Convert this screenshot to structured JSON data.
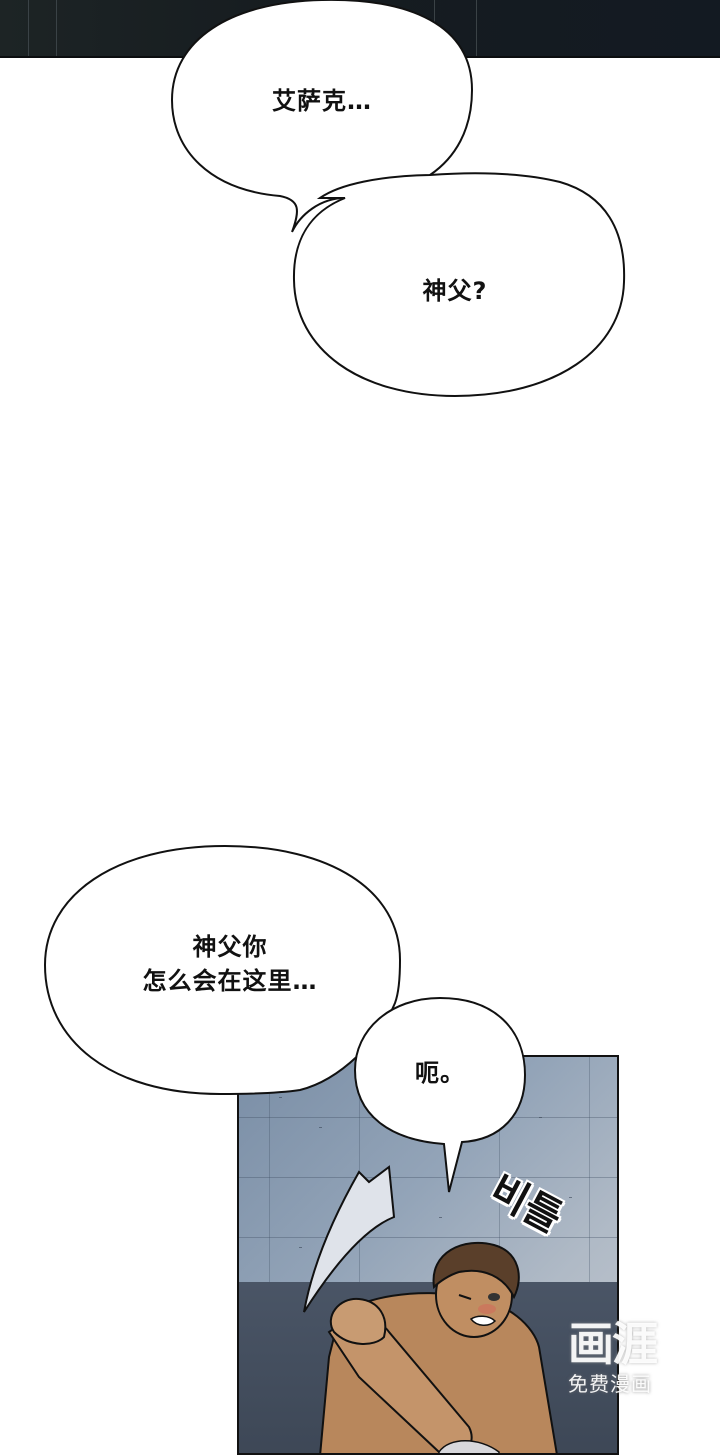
{
  "page": {
    "type": "webtoon-comic-strip",
    "background_color": "#ffffff"
  },
  "top_panel": {
    "description": "dark night scene strip",
    "color": "#161c20"
  },
  "bubbles": [
    {
      "id": "bubble-1",
      "text": "艾萨克…"
    },
    {
      "id": "bubble-2",
      "text": "神父?"
    },
    {
      "id": "bubble-3",
      "text": "神父你\n怎么会在这里…"
    },
    {
      "id": "bubble-4",
      "text": "呃。"
    }
  ],
  "panel": {
    "description": "shirtless man with brown hair wincing, holding his shoulder, against a stone wall",
    "sound_effect": "비틀",
    "wall_color": "#93a4b8",
    "skin_color": "#b8875c",
    "hair_color": "#5a3f2a"
  },
  "watermark": {
    "logo": "画涯",
    "subtitle": "免费漫画"
  }
}
